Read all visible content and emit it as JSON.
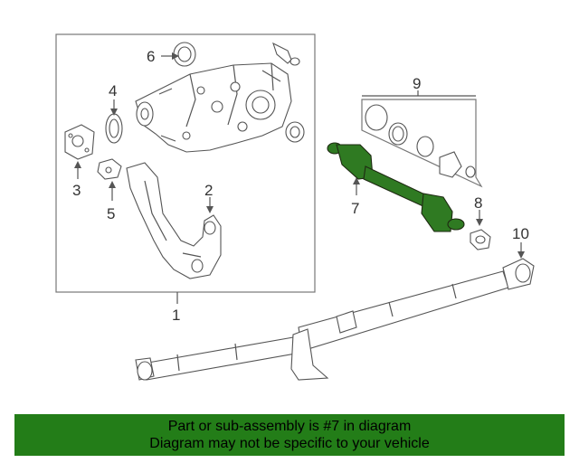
{
  "callouts": {
    "c1": "1",
    "c2": "2",
    "c3": "3",
    "c4": "4",
    "c5": "5",
    "c6": "6",
    "c7": "7",
    "c8": "8",
    "c9": "9",
    "c10": "10"
  },
  "banner": {
    "line1": "Part or sub-assembly is #7 in diagram",
    "line2": "Diagram may not be specific to your vehicle"
  },
  "colors": {
    "highlight": "#2f7a22",
    "banner_bg": "#237d18"
  }
}
